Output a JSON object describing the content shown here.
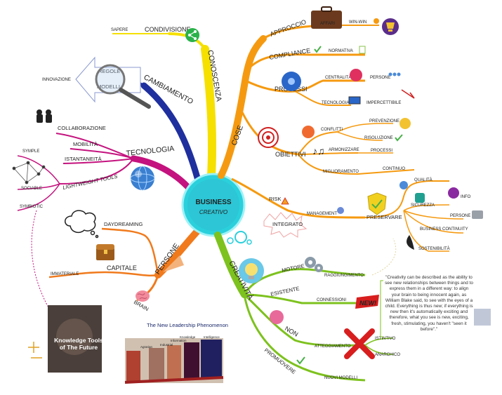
{
  "center": {
    "title": "BUSINESS",
    "subtitle": "CREATIVO"
  },
  "conoscenza": {
    "label": "CONOSCENZA",
    "condivisione": "CONDIVISIONE",
    "sapere": "SAPERE"
  },
  "cambiamento": {
    "label": "CAMBIAMENTO",
    "innovazione": "INNOVAZIONE",
    "regole": "REGOLE",
    "modelli": "MODELLI"
  },
  "tecnologia": {
    "label": "TECNOLOGIA",
    "collaborazione": "COLLABORAZIONE",
    "mobilita": "MOBILITÀ",
    "istantaneita": "ISTANTANEITÀ",
    "lightweight": "LIGHTWEIGHT TOOLS",
    "symple": "SYMPLE",
    "sociable": "SOCIABLE",
    "symbiotic": "SYMBIOTIC"
  },
  "persone": {
    "label": "PERSONE",
    "daydreaming": "DAYDREAMING",
    "capitale": "CAPITALE",
    "immateriale": "IMMATERIALE",
    "brain": "BRAIN"
  },
  "cose": {
    "label": "COSE",
    "approccio": "APPROCCIO",
    "affari": "AFFARI",
    "winwin": "WIN-WIN",
    "compliance": "COMPLIANCE",
    "normativa": "NORMATIVA",
    "processi": "PROCESSI",
    "centralita": "CENTRALITÀ",
    "persone": "PERSONE",
    "tecnologia": "TECNOLOGIA",
    "impercettibile": "IMPERCETTIBILE",
    "obiettivi": "OBIETTIVI",
    "conflitti": "CONFLITTI",
    "prevenzione": "PREVENZIONE",
    "risoluzione": "RISOLUZIONE",
    "armonizzare": "ARMONIZZARE",
    "processi2": "PROCESSI",
    "miglioramento": "MIGLIORAMENTO",
    "continuo": "CONTINUO",
    "risk": "RISK",
    "integrato": "INTEGRATO",
    "management": "MANAGEMENT",
    "preservare": "PRESERVARE",
    "qualita": "QUALITÀ",
    "sicurezza": "SICUREZZA",
    "info": "INFO",
    "persone2": "PERSONE",
    "continuity": "BUSINESS CONTINUITY",
    "sostenibilita": "SOSTENIBILITÀ"
  },
  "creativita": {
    "label": "CREATIVITÀ",
    "motore": "MOTORE",
    "raggiungimento": "RAGGIUNGIMENTO",
    "esistente": "ESISTENTE",
    "connessioni": "CONNESSIONI",
    "new": "NEW!",
    "non": "NON",
    "atteggiamento": "ATTEGGIAMENTO",
    "istintivo": "ISTINTIVO",
    "anarchico": "ANARCHICO",
    "promuovere": "PROMUOVERE",
    "nuovi_modelli": "NUOVI MODELLI"
  },
  "quote": "\"Creativity can be described as the ability to see new relationships between things and to express them in a different way: to align your brain to being innocent again, as William Blake said, to see with the eyes of a child. Everything is thus new; if everything is new then it's automatically exciting and therefore, what you see is new, exciting, fresh, stimulating, you haven't \"seen it before\".\"",
  "images": {
    "knowledge_tools": "Knowledge Tools of The Future",
    "leadership_title": "The New Leadership Phenomenon",
    "timeline": [
      "Agrarian",
      "Industrial",
      "Information",
      "Knowledge",
      "Intelligence"
    ]
  },
  "colors": {
    "yellow": "#f5e000",
    "blue": "#1f2f9e",
    "magenta": "#c4127e",
    "orange_persone": "#f07a1c",
    "orange_cose": "#f59a10",
    "green": "#7dc21e",
    "cyan": "#2ad0dc"
  }
}
